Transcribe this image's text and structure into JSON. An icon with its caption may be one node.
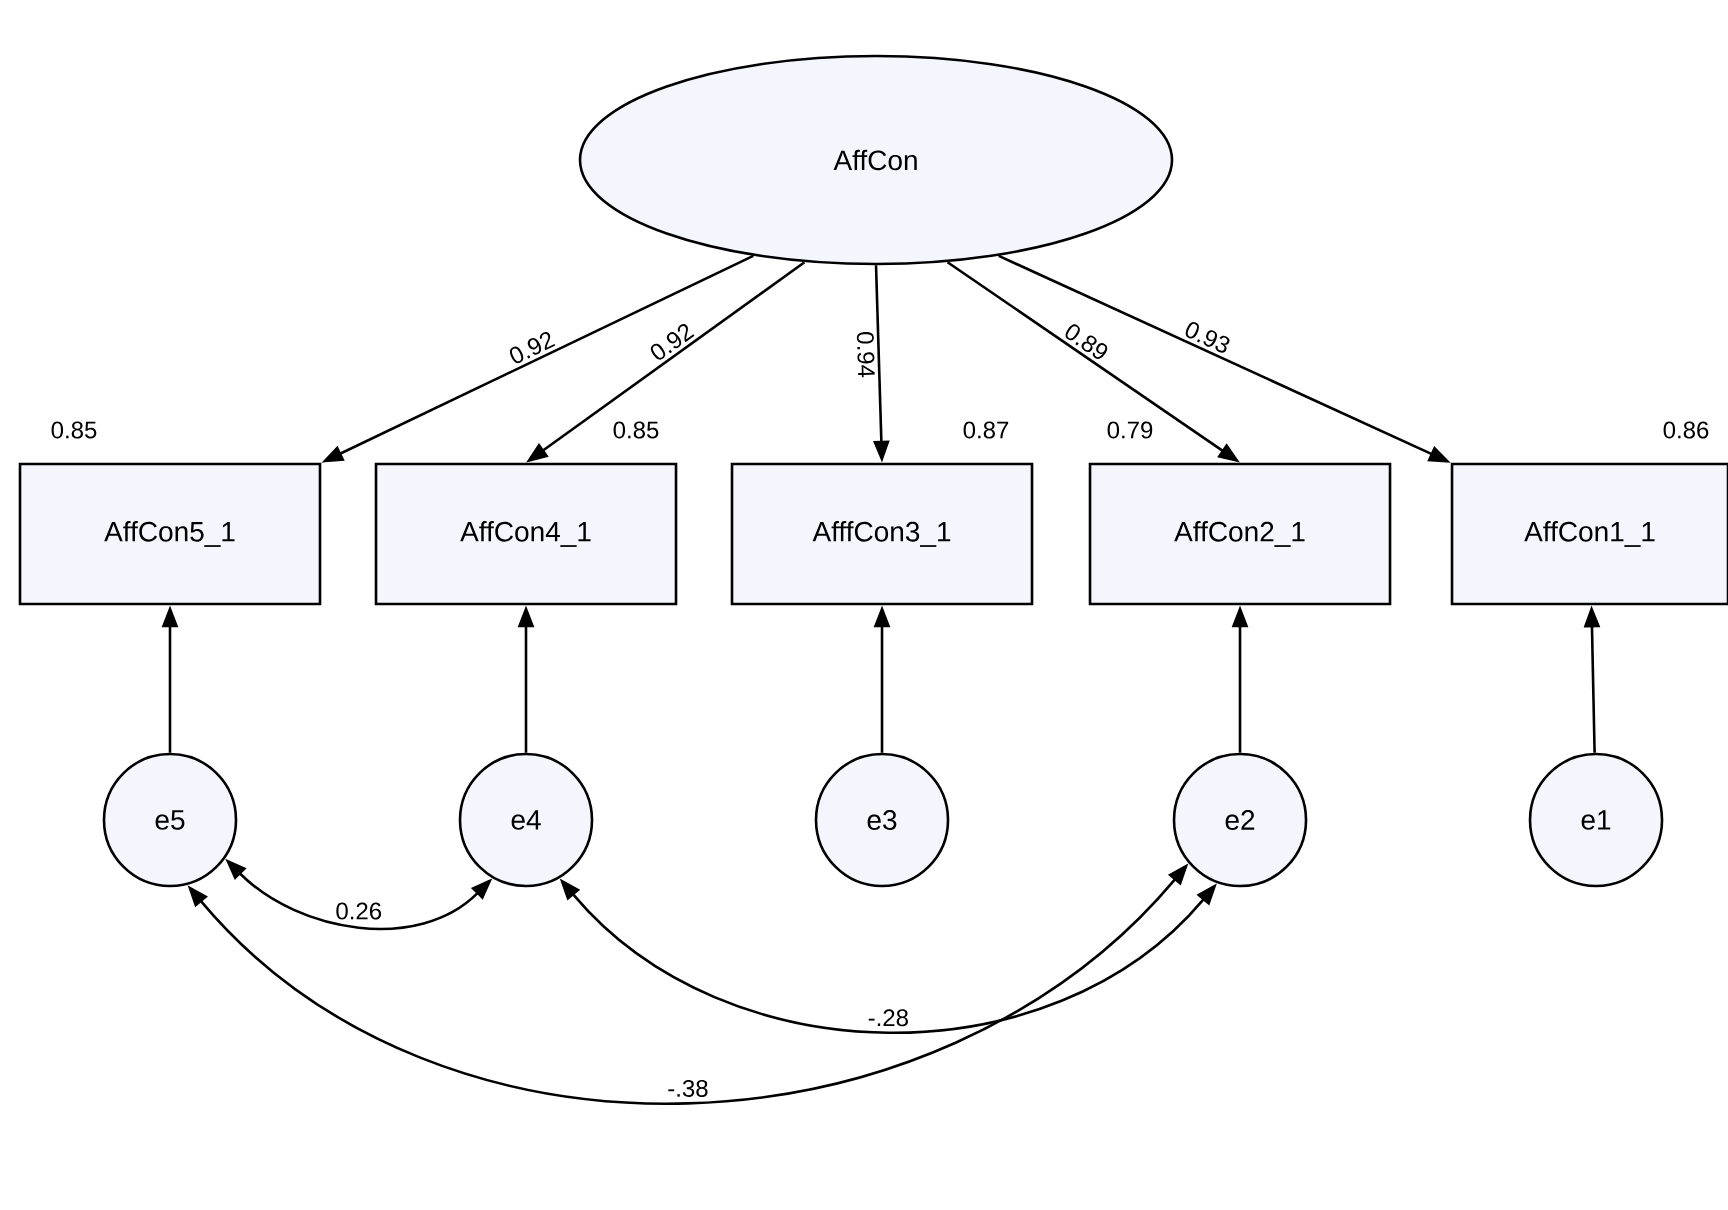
{
  "diagram": {
    "nodes": [
      {
        "text": [
          "AffCon"
        ]
      },
      {
        "text": [
          "AffCon5_1"
        ],
        "beside": [
          "0.85"
        ]
      },
      {
        "text": [
          "AffCon4_1"
        ],
        "beside": [
          "0.85"
        ]
      },
      {
        "text": [
          "AfffCon3_1"
        ],
        "beside": [
          "0.87"
        ]
      },
      {
        "text": [
          "AffCon2_1"
        ],
        "beside": [
          "0.79"
        ]
      },
      {
        "text": [
          "AffCon1_1"
        ],
        "beside": [
          "0.86"
        ]
      },
      {
        "text": [
          "e5"
        ]
      },
      {
        "text": [
          "e4"
        ]
      },
      {
        "text": [
          "e3"
        ]
      },
      {
        "text": [
          "e2"
        ]
      },
      {
        "text": [
          "e1"
        ]
      }
    ],
    "edges": [
      {
        "from": 0,
        "to": 1,
        "arrow": "to",
        "label": "0.92"
      },
      {
        "from": 0,
        "to": 2,
        "arrow": "to",
        "label": "0.92"
      },
      {
        "from": 0,
        "to": 3,
        "arrow": "to",
        "label": "0.94"
      },
      {
        "from": 0,
        "to": 4,
        "arrow": "to",
        "label": "0.89"
      },
      {
        "from": 0,
        "to": 5,
        "arrow": "to",
        "label": "0.93"
      },
      {
        "from": 6,
        "to": 1,
        "arrow": "to"
      },
      {
        "from": 7,
        "to": 2,
        "arrow": "to"
      },
      {
        "from": 8,
        "to": 3,
        "arrow": "to"
      },
      {
        "from": 9,
        "to": 4,
        "arrow": "to"
      },
      {
        "from": 10,
        "to": 5,
        "arrow": "to"
      },
      {
        "from": 6,
        "to": 7,
        "arrow": "both",
        "label": "0.26"
      },
      {
        "from": 7,
        "to": 9,
        "arrow": "both",
        "label": "-.28"
      },
      {
        "from": 6,
        "to": 9,
        "arrow": "both",
        "label": "-.38"
      }
    ]
  }
}
